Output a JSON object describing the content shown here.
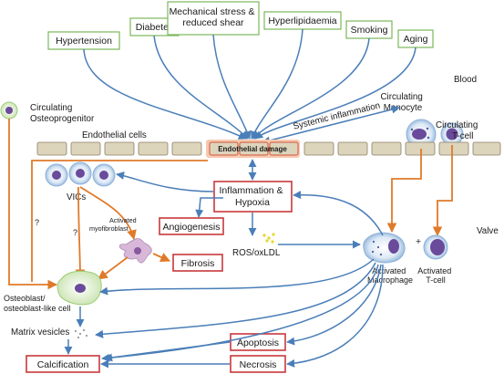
{
  "risk_factors": [
    "Hypertension",
    "Diabetes",
    "Mechanical stress & reduced shear",
    "Hyperlipidaemia",
    "Smoking",
    "Aging"
  ],
  "labels": {
    "circulating_osteoprogenitor": "Circulating Osteoprogenitor",
    "circulating_monocyte": "Circulating Monocyte",
    "blood": "Blood",
    "systemic_inflammation": "Systemic inflammation",
    "circulating_tcell": "Circulating T-cell",
    "endothelial_cells": "Endothelial cells",
    "endothelial_damage": "Endothelial damage",
    "vics": "VICs",
    "inflammation_hypoxia": "Inflammation & Hypoxia",
    "angiogenesis": "Angiogenesis",
    "activated_myofibroblast": "Activated myofibroblast",
    "fibrosis": "Fibrosis",
    "ros_oxldl": "ROS/oxLDL",
    "valve": "Valve",
    "activated_macrophage": "Activated Macrophage",
    "activated_tcell": "Activated T-cell",
    "plus": "+",
    "question_mark": "?",
    "osteoblast": "Osteoblast/ osteoblast-like cell",
    "matrix_vesicles": "Matrix vesicles",
    "apoptosis": "Apoptosis",
    "necrosis": "Necrosis",
    "calcification": "Calcification"
  },
  "colors": {
    "blue_arrow": "#4a7eb8",
    "orange_arrow": "#e07a2a",
    "red_box": "#c8383c",
    "green_box": "#7cb85a"
  }
}
